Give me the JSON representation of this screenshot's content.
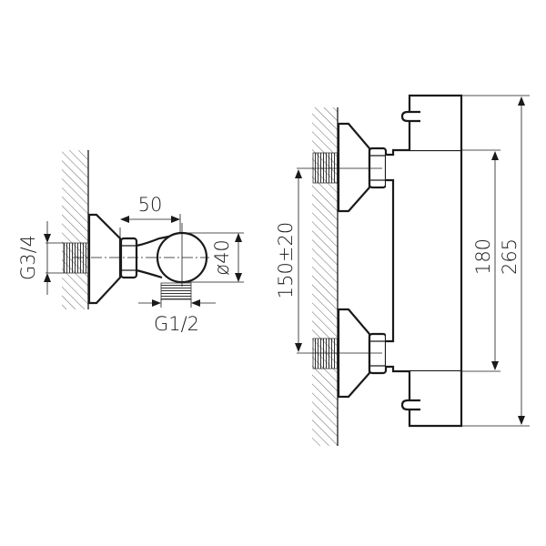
{
  "side_view": {
    "dim_depth": "50",
    "dim_diameter": "ø40",
    "inlet_thread": "G3/4",
    "outlet_thread": "G1/2"
  },
  "front_view": {
    "dim_inlet_spacing": "150±20",
    "dim_body_length": "180",
    "dim_total_length": "265"
  },
  "colors": {
    "line": "#1a1a1a",
    "background": "#ffffff"
  }
}
